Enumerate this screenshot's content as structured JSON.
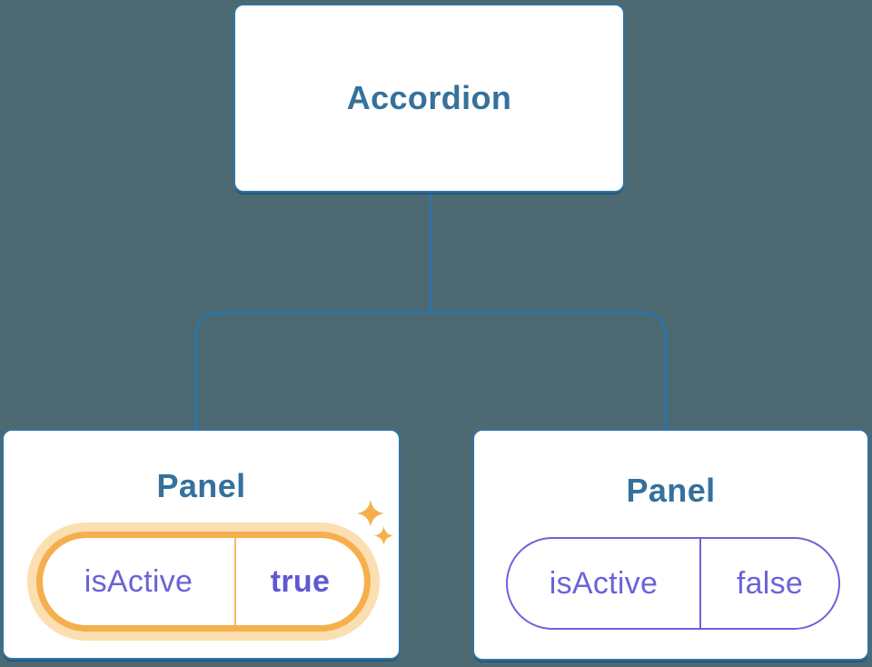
{
  "diagram": {
    "root": {
      "label": "Accordion"
    },
    "panels": [
      {
        "title": "Panel",
        "prop": "isActive",
        "value": "true",
        "highlighted": true
      },
      {
        "title": "Panel",
        "prop": "isActive",
        "value": "false",
        "highlighted": false
      }
    ]
  },
  "icons": {
    "sparkles": "sparkles-icon"
  },
  "colors": {
    "background": "#4D6971",
    "connector_blue": "#2E74A6",
    "node_border_blue": "#2E74A6",
    "node_text_blue": "#35719C",
    "state_purple": "#6B63D8",
    "state_value_purple_bold": "#6058D2",
    "highlight_border_orange": "#F5AF4D",
    "highlight_glow_orange": "#FBDFB1",
    "sparkle_orange": "#F5B04E",
    "node_background": "#FFFFFF"
  }
}
